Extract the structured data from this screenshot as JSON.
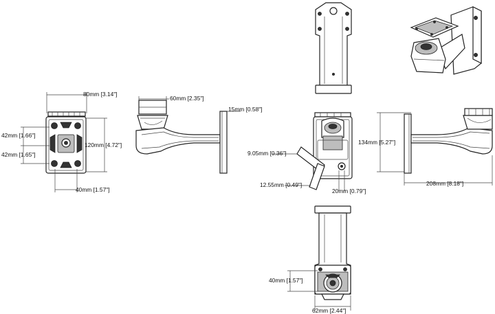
{
  "dimensions": {
    "width_80": "80mm [3.14\"]",
    "height_42a": "42mm [1.66\"]",
    "height_42b": "42mm [1.65\"]",
    "height_120": "120mm [4.72\"]",
    "width_40_bottom": "40mm [1.57\"]",
    "width_60": "60mm [2.35\"]",
    "thickness_15": "15mm [0.58\"]",
    "angle_905": "9.05mm [0.36\"]",
    "angle_1255": "12.55mm [0.49\"]",
    "hole_20": "20mm [0.79\"]",
    "height_134": "134mm [5.27\"]",
    "length_208": "208mm [8.18\"]",
    "height_40_lower": "40mm [1.57\"]",
    "width_62": "62mm [2.44\"]"
  }
}
